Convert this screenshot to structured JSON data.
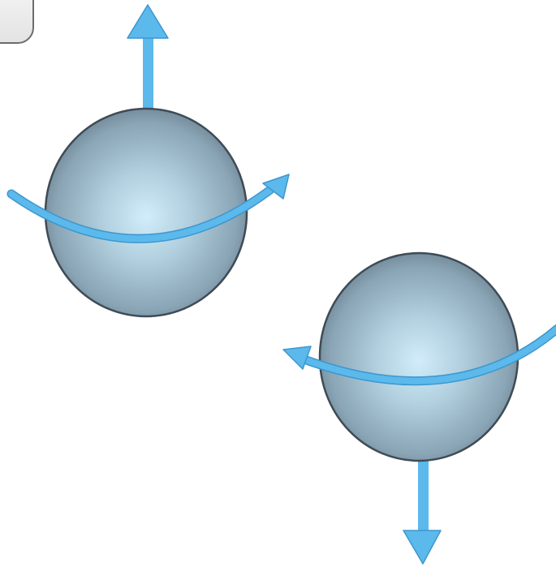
{
  "diagram": {
    "particles": [
      {
        "id": "spin-up",
        "spin_axis": "up",
        "rotation_arrow": "left-to-right"
      },
      {
        "id": "spin-down",
        "spin_axis": "down",
        "rotation_arrow": "right-to-left"
      }
    ],
    "colors": {
      "arrow": "#5bb9ec",
      "arrow_edge": "#3c97cf",
      "sphere_highlight": "#d2ecfa",
      "sphere_mid": "#9fbccb",
      "sphere_shadow": "#5e7384",
      "sphere_outline": "#3f4b55",
      "tab_border": "#6c6c6c",
      "tab_fill": "#ececec"
    }
  }
}
